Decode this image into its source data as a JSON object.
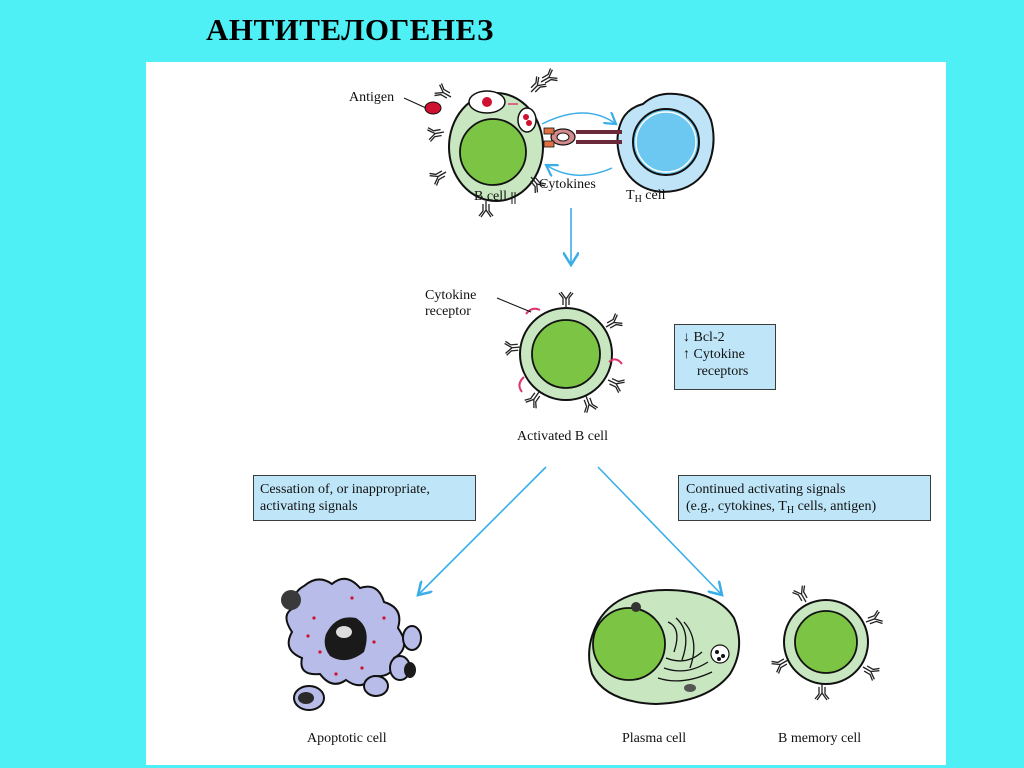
{
  "title": "АНТИТЕЛОГЕНЕЗ",
  "labels": {
    "antigen": "Antigen",
    "b_cell": "B cell",
    "cytokines": "Cytokines",
    "th_main": "T",
    "th_sub": "H",
    "th_rest": " cell",
    "cytokine_receptor_1": "Cytokine",
    "cytokine_receptor_2": "receptor",
    "activated_b_cell": "Activated B cell",
    "apoptotic_cell": "Apoptotic cell",
    "plasma_cell": "Plasma cell",
    "b_memory_cell": "B memory cell"
  },
  "bcl_box": {
    "line1": "↓ Bcl-2",
    "line2": "↑ Cytokine",
    "line3": "receptors"
  },
  "left_box": {
    "line1": "Cessation of, or inappropriate,",
    "line2": "activating signals"
  },
  "right_box": {
    "line1": "Continued activating signals",
    "line2_a": "(e.g., cytokines, T",
    "line2_sub": "H",
    "line2_b": " cells, antigen)"
  },
  "colors": {
    "background": "#4ff0f5",
    "cell_body": "#c8e6c0",
    "nucleus": "#7cc444",
    "th_cell": "#bfe3f7",
    "th_nucleus": "#6cc8f0",
    "arrow": "#3aaee8",
    "box_fill": "#bfe6f8",
    "apoptotic": "#b8bce8",
    "receptor_pink": "#e0356c"
  }
}
